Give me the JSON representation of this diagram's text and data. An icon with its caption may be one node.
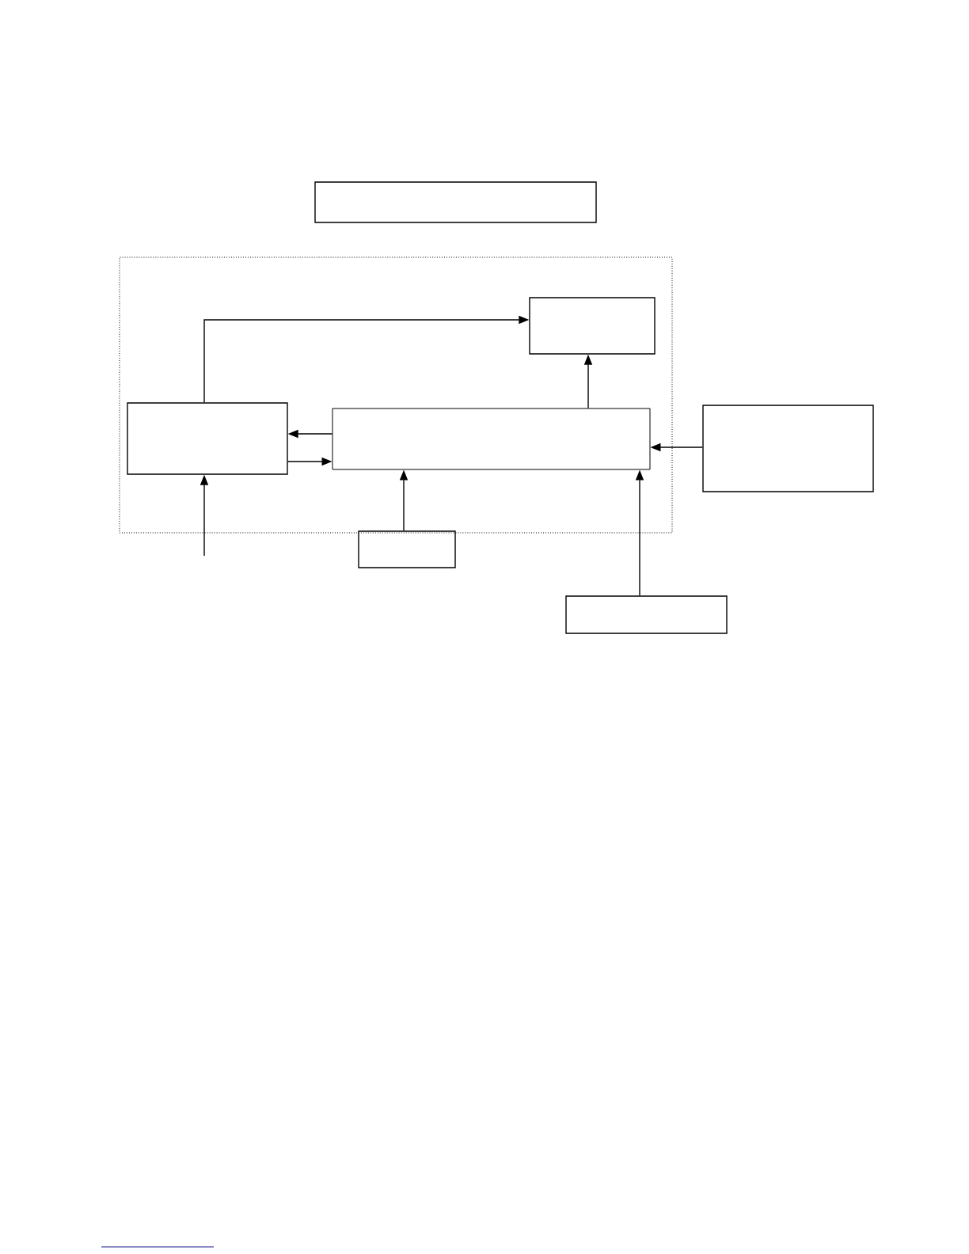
{
  "diagram": {
    "nodes": [
      {
        "text": [],
        "shape": "box"
      },
      {
        "text": [],
        "shape": "box"
      },
      {
        "text": [],
        "shape": "box",
        "in": 1
      },
      {
        "text": [],
        "shape": "box",
        "in": 1
      },
      {
        "text": [],
        "shape": "box",
        "in": 1
      },
      {
        "text": [],
        "shape": "box"
      },
      {
        "text": [],
        "shape": "box"
      },
      {
        "text": [],
        "shape": "box"
      }
    ],
    "edges": [
      {
        "from": 3,
        "to": 2,
        "arrow": "to"
      },
      {
        "from": 4,
        "to": 2,
        "arrow": "to"
      },
      {
        "from": 4,
        "to": 3,
        "arrow": "to"
      },
      {
        "from": 3,
        "to": 4,
        "arrow": "to"
      },
      {
        "from": null,
        "to": 3,
        "arrow": "to"
      },
      {
        "from": 6,
        "to": 4,
        "arrow": "to"
      },
      {
        "from": 7,
        "to": 4,
        "arrow": "to"
      },
      {
        "from": 5,
        "to": 4,
        "arrow": "to"
      }
    ]
  }
}
